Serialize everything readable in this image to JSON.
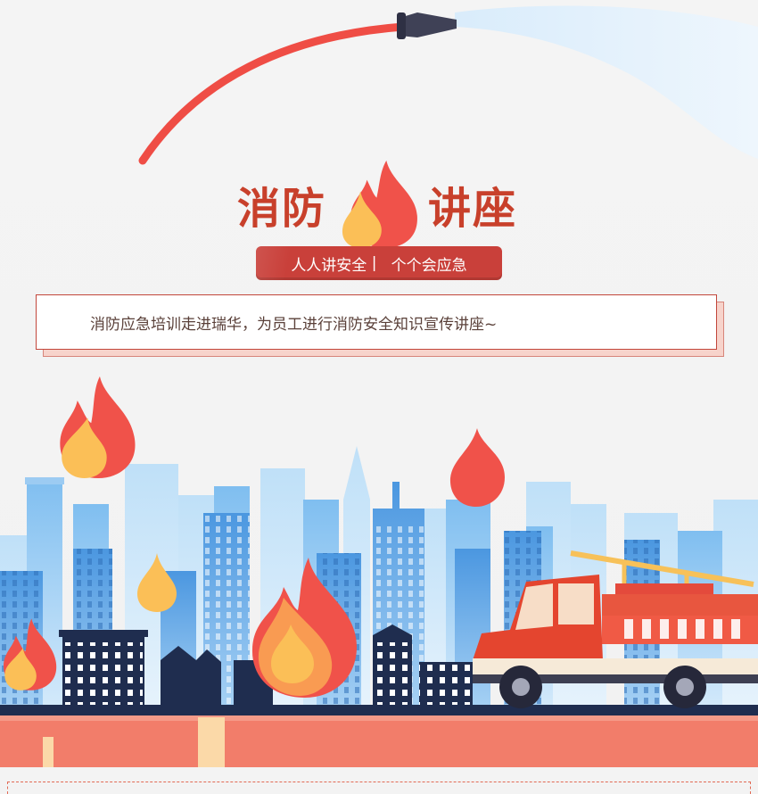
{
  "title": {
    "left": "消防",
    "right": "讲座"
  },
  "slogan": {
    "part1": "人人讲安全",
    "divider": "|",
    "part2": "个个会应急"
  },
  "intro": {
    "text": "消防应急培训走进瑞华，为员工进行消防安全知识宣传讲座~"
  },
  "colors": {
    "background": "#f3f3f3",
    "title_red": "#c8402b",
    "banner_red": "#c9403a",
    "flame_red": "#f0524a",
    "flame_yellow": "#fbbf57",
    "building_blue": "#5aa6e8",
    "road_salmon": "#f27d6a"
  },
  "icons": [
    "fire-hose-icon",
    "flame-icon",
    "fire-truck-icon",
    "city-skyline"
  ]
}
